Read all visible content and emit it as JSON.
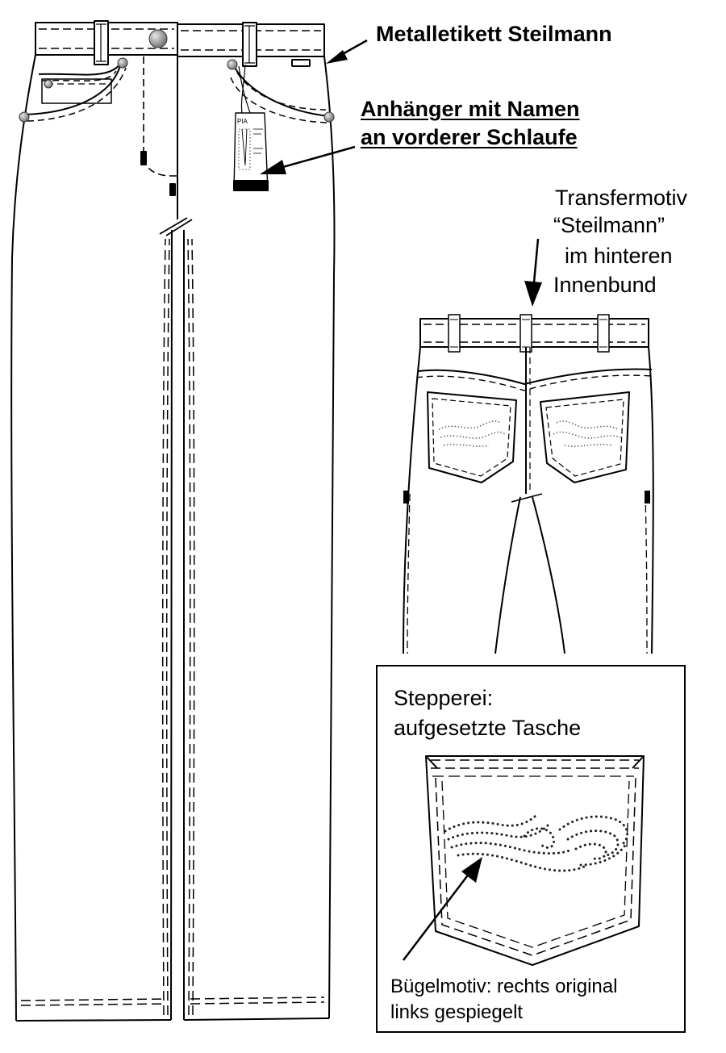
{
  "labels": {
    "metal_label": "Metalletikett Steilmann",
    "hangtag_line1": "Anhänger mit Namen",
    "hangtag_line2": "an vorderer Schlaufe",
    "transfer_line1": "Transfermotiv",
    "transfer_line2": "“Steilmann”",
    "transfer_line3": "im hinteren",
    "transfer_line4": "Innenbund",
    "stitch_line1": "Stepperei:",
    "stitch_line2": "aufgesetzte Tasche",
    "motif_line1": "Bügelmotiv: rechts original",
    "motif_line2": "links gespiegelt"
  },
  "hangtag": {
    "brand": "PIA"
  },
  "colors": {
    "ink": "#000000",
    "paper": "#ffffff",
    "rivet": "#7a7a7a"
  },
  "icons": [
    "rivet-icon",
    "arrow-icon",
    "hangtag-icon",
    "dot-motif-icon"
  ]
}
